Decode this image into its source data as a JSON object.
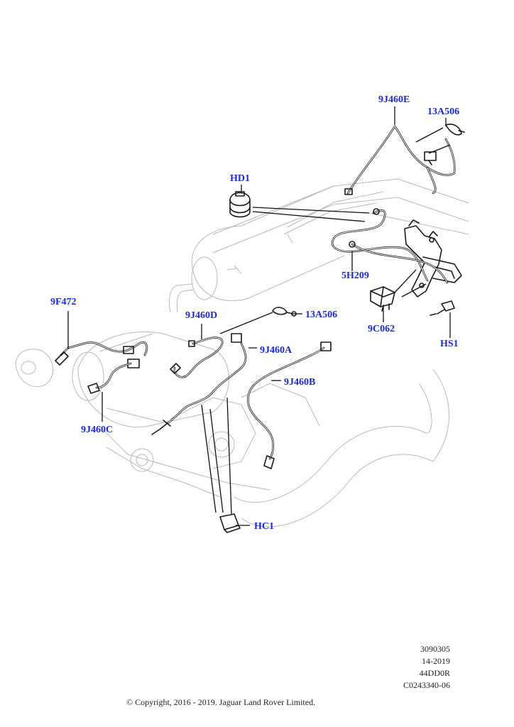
{
  "callouts": [
    {
      "id": "9J460E",
      "label": "9J460E"
    },
    {
      "id": "13A506_top",
      "label": "13A506"
    },
    {
      "id": "HD1",
      "label": "HD1"
    },
    {
      "id": "5H209",
      "label": "5H209"
    },
    {
      "id": "9C062",
      "label": "9C062"
    },
    {
      "id": "HS1",
      "label": "HS1"
    },
    {
      "id": "9F472",
      "label": "9F472"
    },
    {
      "id": "9J460D",
      "label": "9J460D"
    },
    {
      "id": "13A506_mid",
      "label": "13A506"
    },
    {
      "id": "9J460A",
      "label": "9J460A"
    },
    {
      "id": "9J460B",
      "label": "9J460B"
    },
    {
      "id": "9J460C",
      "label": "9J460C"
    },
    {
      "id": "HC1",
      "label": "HC1"
    }
  ],
  "meta": {
    "line1": "3090305",
    "line2": "14-2019",
    "line3": "44DD0R",
    "line4": "C0243340-06"
  },
  "copyright": "© Copyright, 2016 - 2019. Jaguar Land Rover Limited."
}
